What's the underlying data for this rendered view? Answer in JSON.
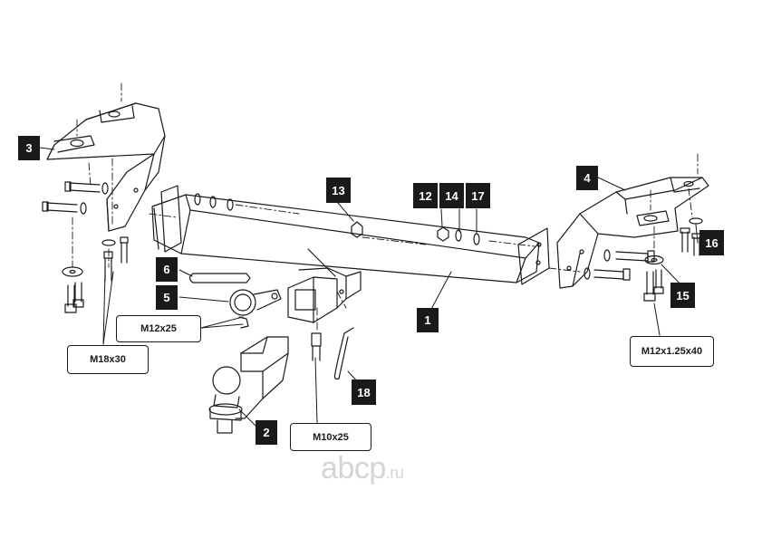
{
  "callouts": [
    "1",
    "2",
    "3",
    "4",
    "5",
    "6",
    "12",
    "13",
    "14",
    "15",
    "16",
    "17",
    "18"
  ],
  "sizes": {
    "m18x30": "M18x30",
    "m12x25": "M12x25",
    "m10x25": "M10x25",
    "m12x125x40": "M12x1.25x40"
  },
  "watermark": {
    "brand": "abcp",
    "tld": ".ru"
  },
  "colors": {
    "ink": "#1a1a1a",
    "callout_bg": "#1a1a1a",
    "callout_text": "#ffffff",
    "watermark": "#d5d5d5"
  }
}
